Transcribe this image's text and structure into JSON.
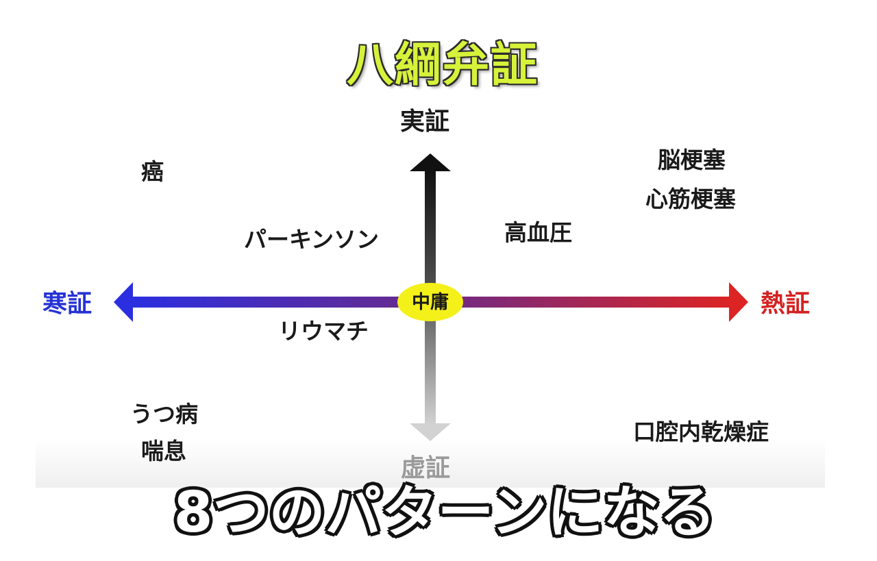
{
  "title": "八綱弁証",
  "axes": {
    "top": "実証",
    "bottom": "虚証",
    "left": "寒証",
    "right": "熱証"
  },
  "center": "中庸",
  "items": [
    {
      "text": "癌"
    },
    {
      "text": "パーキンソン"
    },
    {
      "text": "高血圧"
    },
    {
      "text": "脳梗塞"
    },
    {
      "text": "心筋梗塞"
    },
    {
      "text": "リウマチ"
    },
    {
      "text": "うつ病"
    },
    {
      "text": "喘息"
    },
    {
      "text": "口腔内乾燥症"
    }
  ],
  "subtitle": "8つのパターンになる",
  "colors": {
    "title_fill": "#d7f23a",
    "cold": "#2632d4",
    "heat": "#d42121",
    "center_badge": "#f4f01a",
    "excess": "#1a1a1a",
    "deficiency": "#9a9a9a"
  }
}
